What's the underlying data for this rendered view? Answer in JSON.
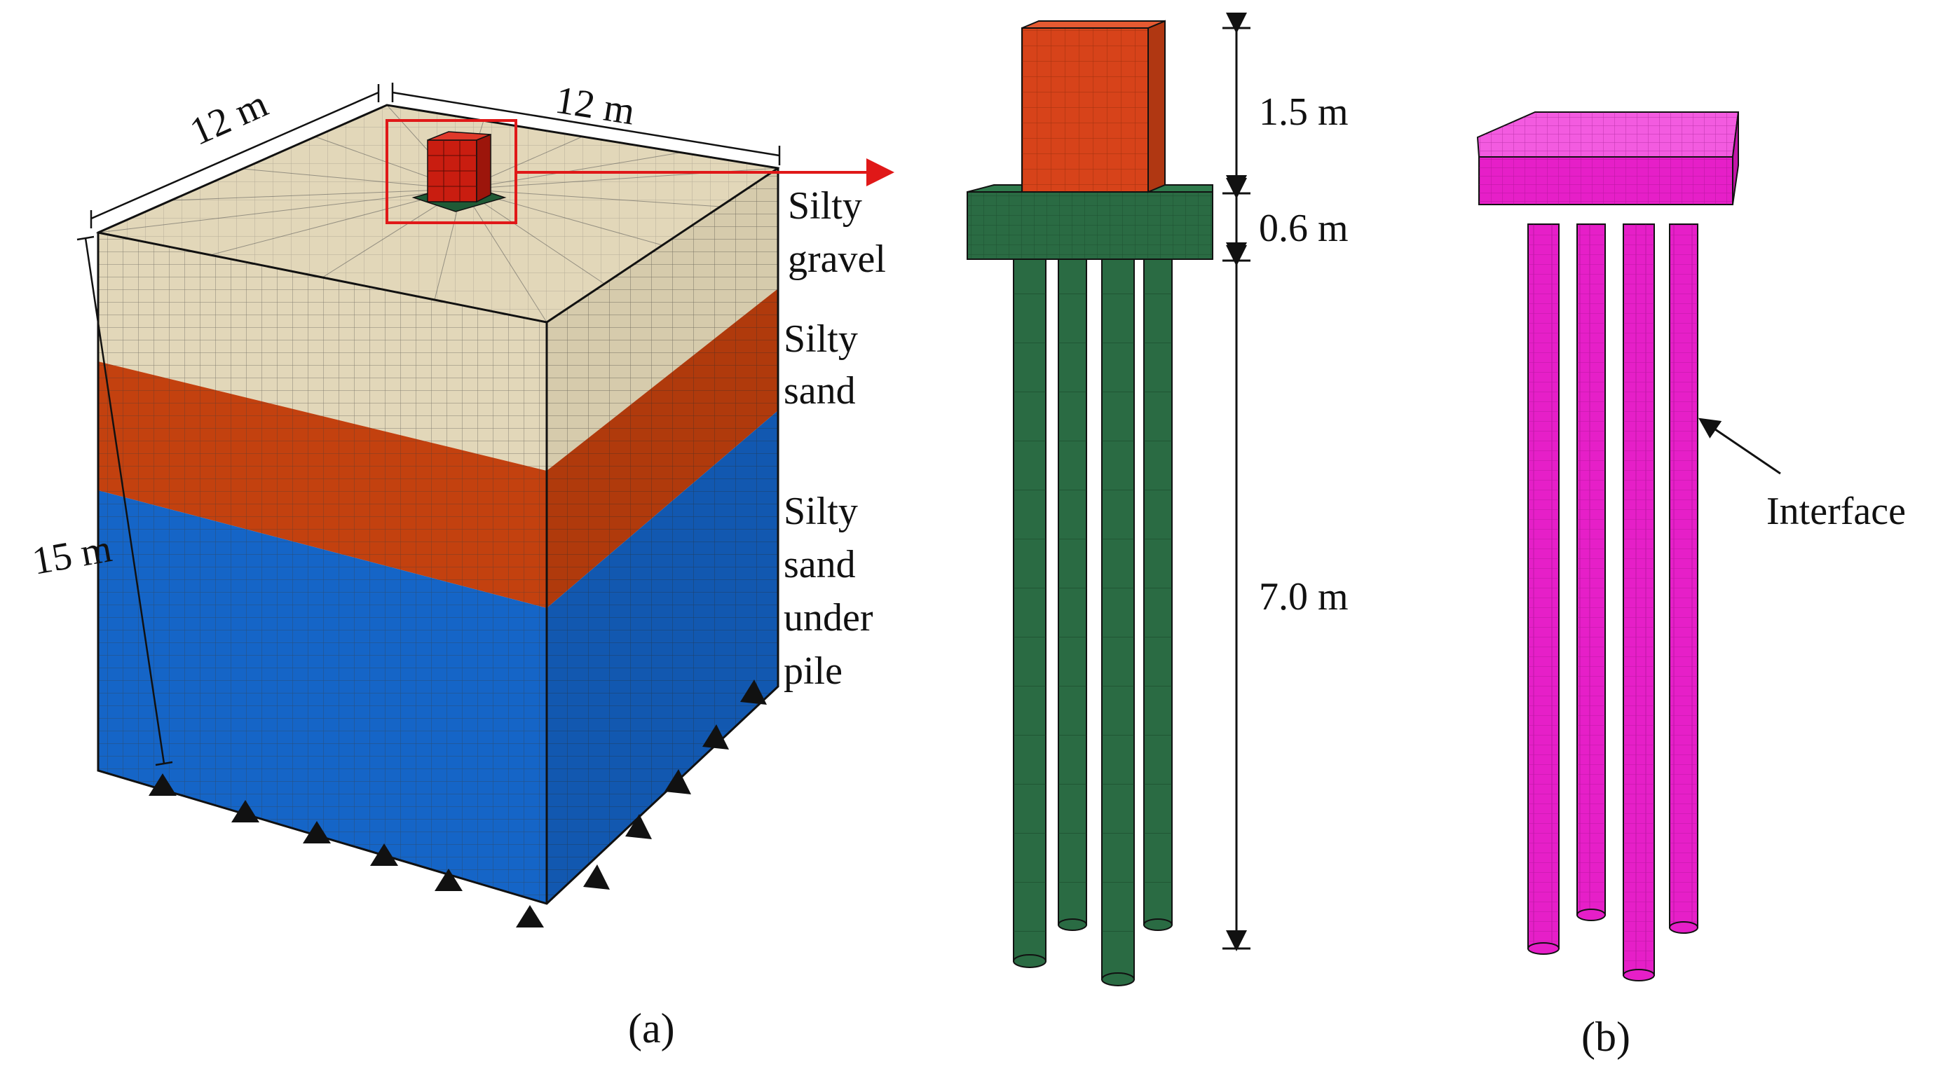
{
  "dimensions": {
    "soil_width_left": "12 m",
    "soil_width_right": "12 m",
    "soil_depth": "15 m",
    "column_height": "1.5 m",
    "cap_thickness": "0.6 m",
    "pile_length": "7.0 m"
  },
  "layers": [
    {
      "lines": [
        "Silty",
        "gravel"
      ],
      "color": "#e2d7b9"
    },
    {
      "lines": [
        "Silty",
        "sand"
      ],
      "color": "#c3410f"
    },
    {
      "lines": [
        "Silty",
        "sand",
        "under",
        "pile"
      ],
      "color": "#1565c7"
    }
  ],
  "annotations": {
    "interface": "Interface"
  },
  "captions": {
    "a": "(a)",
    "b": "(b)"
  },
  "colors": {
    "column": "#d7431a",
    "cap_and_piles": "#2a6b43",
    "interface_model": "#e61fc8",
    "highlight": "#e01818"
  },
  "icons": {
    "support": "triangle-support-icon",
    "arrow": "arrow-icon"
  }
}
